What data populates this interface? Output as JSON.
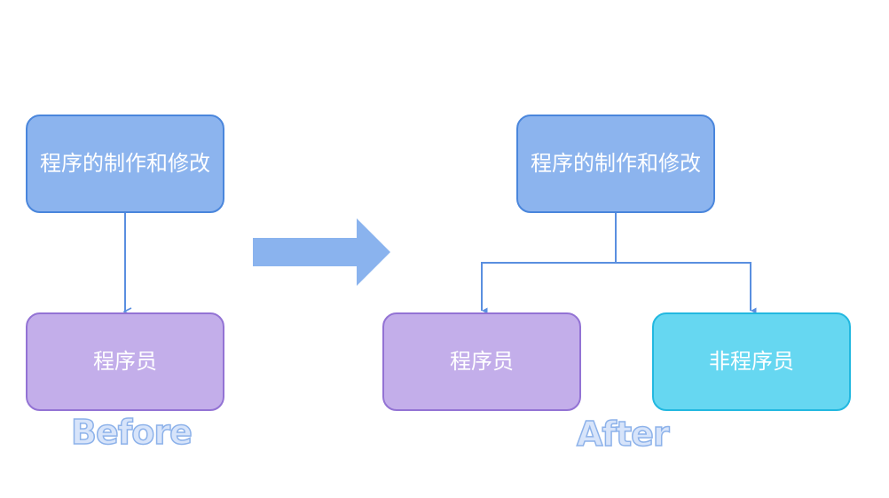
{
  "before": {
    "top_node": "程序的制作和修改",
    "bottom_node": "程序员",
    "label": "Before"
  },
  "after": {
    "top_node": "程序的制作和修改",
    "left_node": "程序员",
    "right_node": "非程序员",
    "label": "After"
  },
  "colors": {
    "blue_fill": "#8cb4ee",
    "blue_border": "#4a86dc",
    "purple_fill": "#c3aeea",
    "purple_border": "#9373d4",
    "cyan_fill": "#66d7f1",
    "cyan_border": "#22b8e0",
    "arrow": "#8ab3ee",
    "line": "#5a8fe0"
  },
  "icons": {
    "transition": "right-arrow-icon"
  }
}
